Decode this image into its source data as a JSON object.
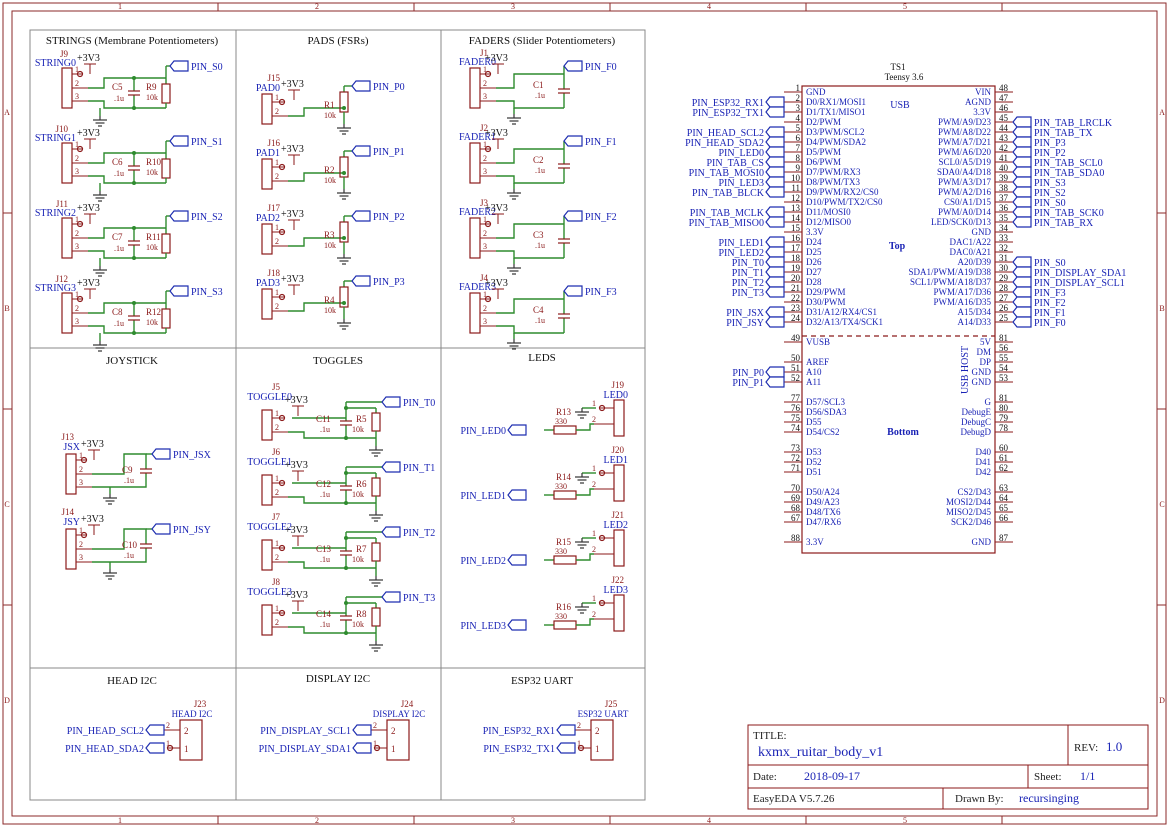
{
  "frame": {
    "col_labels": [
      "1",
      "2",
      "3",
      "4",
      "5"
    ],
    "row_labels": [
      "A",
      "B",
      "C",
      "D"
    ]
  },
  "sections": {
    "strings": "STRINGS (Membrane Potentiometers)",
    "pads": "PADS (FSRs)",
    "faders": "FADERS (Slider Potentiometers)",
    "joystick": "JOYSTICK",
    "toggles": "TOGGLES",
    "leds": "LEDS",
    "head_i2c": "HEAD I2C",
    "display_i2c": "DISPLAY I2C",
    "esp32_uart": "ESP32 UART"
  },
  "strings": [
    {
      "ref": "J9",
      "name": "STRING0",
      "cap": "C5",
      "res": "R9",
      "net": "PIN_S0"
    },
    {
      "ref": "J10",
      "name": "STRING1",
      "cap": "C6",
      "res": "R10",
      "net": "PIN_S1"
    },
    {
      "ref": "J11",
      "name": "STRING2",
      "cap": "C7",
      "res": "R11",
      "net": "PIN_S2"
    },
    {
      "ref": "J12",
      "name": "STRING3",
      "cap": "C8",
      "res": "R12",
      "net": "PIN_S3"
    }
  ],
  "pads": [
    {
      "ref": "J15",
      "name": "PAD0",
      "res": "R1",
      "net": "PIN_P0"
    },
    {
      "ref": "J16",
      "name": "PAD1",
      "res": "R2",
      "net": "PIN_P1"
    },
    {
      "ref": "J17",
      "name": "PAD2",
      "res": "R3",
      "net": "PIN_P2"
    },
    {
      "ref": "J18",
      "name": "PAD3",
      "res": "R4",
      "net": "PIN_P3"
    }
  ],
  "faders": [
    {
      "ref": "J1",
      "name": "FADER0",
      "cap": "C1",
      "net": "PIN_F0"
    },
    {
      "ref": "J2",
      "name": "FADER1",
      "cap": "C2",
      "net": "PIN_F1"
    },
    {
      "ref": "J3",
      "name": "FADER2",
      "cap": "C3",
      "net": "PIN_F2"
    },
    {
      "ref": "J4",
      "name": "FADER3",
      "cap": "C4",
      "net": "PIN_F3"
    }
  ],
  "joystick": [
    {
      "ref": "J13",
      "name": "JSX",
      "cap": "C9",
      "net": "PIN_JSX"
    },
    {
      "ref": "J14",
      "name": "JSY",
      "cap": "C10",
      "net": "PIN_JSY"
    }
  ],
  "toggles": [
    {
      "ref": "J5",
      "name": "TOGGLE0",
      "cap": "C11",
      "res": "R5",
      "net": "PIN_T0"
    },
    {
      "ref": "J6",
      "name": "TOGGLE1",
      "cap": "C12",
      "res": "R6",
      "net": "PIN_T1"
    },
    {
      "ref": "J7",
      "name": "TOGGLE2",
      "cap": "C13",
      "res": "R7",
      "net": "PIN_T2"
    },
    {
      "ref": "J8",
      "name": "TOGGLE3",
      "cap": "C14",
      "res": "R8",
      "net": "PIN_T3"
    }
  ],
  "leds": [
    {
      "ref": "J19",
      "name": "LED0",
      "res": "R13",
      "net": "PIN_LED0"
    },
    {
      "ref": "J20",
      "name": "LED1",
      "res": "R14",
      "net": "PIN_LED1"
    },
    {
      "ref": "J21",
      "name": "LED2",
      "res": "R15",
      "net": "PIN_LED2"
    },
    {
      "ref": "J22",
      "name": "LED3",
      "res": "R16",
      "net": "PIN_LED3"
    }
  ],
  "values": {
    "vcc": "+3V3",
    "cap": ".1u",
    "res10k": "10k",
    "res330": "330",
    "pin1": "1",
    "pin2": "2",
    "pin3": "3"
  },
  "connectors": [
    {
      "ref": "J23",
      "name": "HEAD I2C",
      "net2": "PIN_HEAD_SCL2",
      "net1": "PIN_HEAD_SDA2"
    },
    {
      "ref": "J24",
      "name": "DISPLAY I2C",
      "net2": "PIN_DISPLAY_SCL1",
      "net1": "PIN_DISPLAY_SDA1"
    },
    {
      "ref": "J25",
      "name": "ESP32 UART",
      "net2": "PIN_ESP32_RX1",
      "net1": "PIN_ESP32_TX1"
    }
  ],
  "teensy": {
    "ref": "TS1",
    "name": "Teensy 3.6",
    "usb": "USB",
    "top": "Top",
    "bottom": "Bottom",
    "usb_host": "USB HOST",
    "left_pins": [
      {
        "num": "1",
        "label": "GND",
        "net": ""
      },
      {
        "num": "2",
        "label": "D0/RX1/MOSI1",
        "net": "PIN_ESP32_RX1"
      },
      {
        "num": "3",
        "label": "D1/TX1/MISO1",
        "net": "PIN_ESP32_TX1"
      },
      {
        "num": "4",
        "label": "D2/PWM",
        "net": ""
      },
      {
        "num": "5",
        "label": "D3/PWM/SCL2",
        "net": "PIN_HEAD_SCL2"
      },
      {
        "num": "6",
        "label": "D4/PWM/SDA2",
        "net": "PIN_HEAD_SDA2"
      },
      {
        "num": "7",
        "label": "D5/PWM",
        "net": "PIN_LED0"
      },
      {
        "num": "8",
        "label": "D6/PWM",
        "net": "PIN_TAB_CS"
      },
      {
        "num": "9",
        "label": "D7/PWM/RX3",
        "net": "PIN_TAB_MOSI0"
      },
      {
        "num": "10",
        "label": "D8/PWM/TX3",
        "net": "PIN_LED3"
      },
      {
        "num": "11",
        "label": "D9/PWM/RX2/CS0",
        "net": "PIN_TAB_BLCK"
      },
      {
        "num": "12",
        "label": "D10/PWM/TX2/CS0",
        "net": ""
      },
      {
        "num": "13",
        "label": "D11/MOSI0",
        "net": "PIN_TAB_MCLK"
      },
      {
        "num": "14",
        "label": "D12/MISO0",
        "net": "PIN_TAB_MISO0"
      },
      {
        "num": "15",
        "label": "3.3V",
        "net": ""
      },
      {
        "num": "16",
        "label": "D24",
        "net": "PIN_LED1"
      },
      {
        "num": "17",
        "label": "D25",
        "net": "PIN_LED2"
      },
      {
        "num": "18",
        "label": "D26",
        "net": "PIN_T0"
      },
      {
        "num": "19",
        "label": "D27",
        "net": "PIN_T1"
      },
      {
        "num": "20",
        "label": "D28",
        "net": "PIN_T2"
      },
      {
        "num": "21",
        "label": "D29/PWM",
        "net": "PIN_T3"
      },
      {
        "num": "22",
        "label": "D30/PWM",
        "net": ""
      },
      {
        "num": "23",
        "label": "D31/A12/RX4/CS1",
        "net": "PIN_JSX"
      },
      {
        "num": "24",
        "label": "D32/A13/TX4/SCK1",
        "net": "PIN_JSY"
      }
    ],
    "right_pins": [
      {
        "num": "48",
        "label": "VIN",
        "net": ""
      },
      {
        "num": "47",
        "label": "AGND",
        "net": ""
      },
      {
        "num": "46",
        "label": "3.3V",
        "net": ""
      },
      {
        "num": "45",
        "label": "PWM/A9/D23",
        "net": "PIN_TAB_LRCLK"
      },
      {
        "num": "44",
        "label": "PWM/A8/D22",
        "net": "PIN_TAB_TX"
      },
      {
        "num": "43",
        "label": "PWM/A7/D21",
        "net": "PIN_P3"
      },
      {
        "num": "42",
        "label": "PWM/A6/D20",
        "net": "PIN_P2"
      },
      {
        "num": "41",
        "label": "SCL0/A5/D19",
        "net": "PIN_TAB_SCL0"
      },
      {
        "num": "40",
        "label": "SDA0/A4/D18",
        "net": "PIN_TAB_SDA0"
      },
      {
        "num": "39",
        "label": "PWM/A3/D17",
        "net": "PIN_S3"
      },
      {
        "num": "38",
        "label": "PWM/A2/D16",
        "net": "PIN_S2"
      },
      {
        "num": "37",
        "label": "CS0/A1/D15",
        "net": "PIN_S0"
      },
      {
        "num": "36",
        "label": "PWM/A0/D14",
        "net": "PIN_TAB_SCK0"
      },
      {
        "num": "35",
        "label": "LED/SCK0/D13",
        "net": "PIN_TAB_RX"
      },
      {
        "num": "34",
        "label": "GND",
        "net": ""
      },
      {
        "num": "33",
        "label": "DAC1/A22",
        "net": ""
      },
      {
        "num": "32",
        "label": "DAC0/A21",
        "net": ""
      },
      {
        "num": "31",
        "label": "A20/D39",
        "net": "PIN_S0"
      },
      {
        "num": "30",
        "label": "SDA1/PWM/A19/D38",
        "net": "PIN_DISPLAY_SDA1"
      },
      {
        "num": "29",
        "label": "SCL1/PWM/A18/D37",
        "net": "PIN_DISPLAY_SCL1"
      },
      {
        "num": "28",
        "label": "PWM/A17/D36",
        "net": "PIN_F3"
      },
      {
        "num": "27",
        "label": "PWM/A16/D35",
        "net": "PIN_F2"
      },
      {
        "num": "26",
        "label": "A15/D34",
        "net": "PIN_F1"
      },
      {
        "num": "25",
        "label": "A14/D33",
        "net": "PIN_F0"
      }
    ],
    "bottom_left": [
      {
        "num": "49",
        "label": "VUSB",
        "net": "",
        "gap": 0
      },
      {
        "num": "50",
        "label": "AREF",
        "net": "",
        "gap": 1
      },
      {
        "num": "51",
        "label": "A10",
        "net": "PIN_P0",
        "gap": 0
      },
      {
        "num": "52",
        "label": "A11",
        "net": "PIN_P1",
        "gap": 0
      },
      {
        "num": "77",
        "label": "D57/SCL3",
        "net": "",
        "gap": 1
      },
      {
        "num": "76",
        "label": "D56/SDA3",
        "net": "",
        "gap": 0
      },
      {
        "num": "75",
        "label": "D55",
        "net": "",
        "gap": 0
      },
      {
        "num": "74",
        "label": "D54/CS2",
        "net": "",
        "gap": 0
      },
      {
        "num": "73",
        "label": "D53",
        "net": "",
        "gap": 1
      },
      {
        "num": "72",
        "label": "D52",
        "net": "",
        "gap": 0
      },
      {
        "num": "71",
        "label": "D51",
        "net": "",
        "gap": 0
      },
      {
        "num": "70",
        "label": "D50/A24",
        "net": "",
        "gap": 1
      },
      {
        "num": "69",
        "label": "D49/A23",
        "net": "",
        "gap": 0
      },
      {
        "num": "68",
        "label": "D48/TX6",
        "net": "",
        "gap": 0
      },
      {
        "num": "67",
        "label": "D47/RX6",
        "net": "",
        "gap": 0
      },
      {
        "num": "88",
        "label": "3.3V",
        "net": "",
        "gap": 1
      }
    ],
    "bottom_right": [
      {
        "num": "81",
        "label": "5V",
        "gap": 0
      },
      {
        "num": "56",
        "label": "DM",
        "gap": 0
      },
      {
        "num": "55",
        "label": "DP",
        "gap": 0
      },
      {
        "num": "54",
        "label": "GND",
        "gap": 0
      },
      {
        "num": "53",
        "label": "GND",
        "gap": 0
      },
      {
        "num": "81",
        "label": "G",
        "gap": 1
      },
      {
        "num": "80",
        "label": "DebugE",
        "gap": 0
      },
      {
        "num": "79",
        "label": "DebugC",
        "gap": 0
      },
      {
        "num": "78",
        "label": "DebugD",
        "gap": 0
      },
      {
        "num": "60",
        "label": "D40",
        "gap": 1
      },
      {
        "num": "61",
        "label": "D41",
        "gap": 0
      },
      {
        "num": "62",
        "label": "D42",
        "gap": 0
      },
      {
        "num": "63",
        "label": "CS2/D43",
        "gap": 1
      },
      {
        "num": "64",
        "label": "MOSI2/D44",
        "gap": 0
      },
      {
        "num": "65",
        "label": "MISO2/D45",
        "gap": 0
      },
      {
        "num": "66",
        "label": "SCK2/D46",
        "gap": 0
      },
      {
        "num": "87",
        "label": "GND",
        "gap": 1
      }
    ]
  },
  "title_block": {
    "title_label": "TITLE:",
    "title": "kxmx_ruitar_body_v1",
    "rev_label": "REV:",
    "rev": "1.0",
    "date_label": "Date:",
    "date": "2018-09-17",
    "sheet_label": "Sheet:",
    "sheet": "1/1",
    "tool": "EasyEDA V5.7.26",
    "drawn_label": "Drawn By:",
    "drawn_by": "recursinging"
  }
}
